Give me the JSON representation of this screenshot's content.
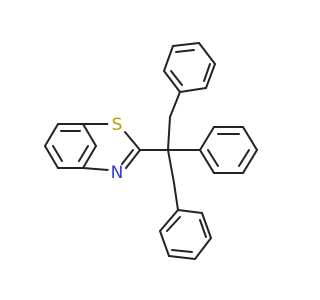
{
  "molecule": {
    "atoms": [
      {
        "id": "S",
        "label": "S",
        "color": "#b5a100"
      },
      {
        "id": "N",
        "label": "N",
        "color": "#2b3bd6"
      }
    ]
  }
}
